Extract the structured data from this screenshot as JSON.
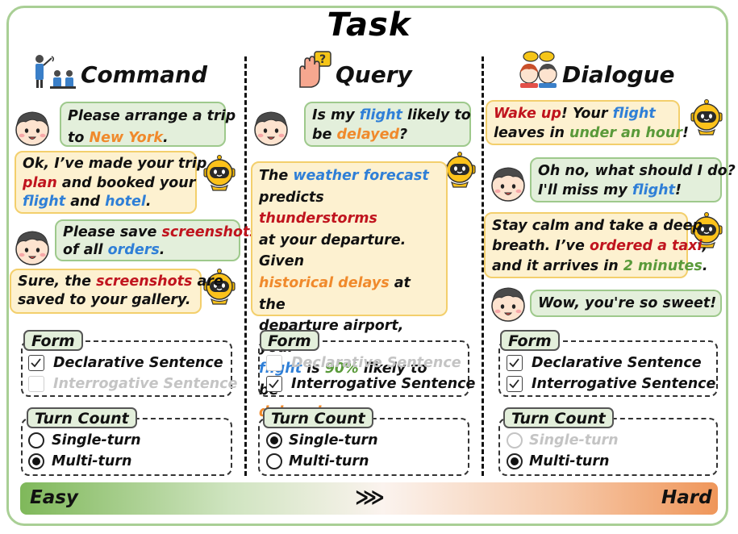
{
  "title": "Task",
  "columns": [
    {
      "name": "Command",
      "form_label": "Form",
      "form_options": [
        {
          "label": "Declarative Sentence",
          "checked": true
        },
        {
          "label": "Interrogative Sentence",
          "checked": false
        }
      ],
      "turn_label": "Turn Count",
      "turn_options": [
        {
          "label": "Single-turn",
          "selected": false
        },
        {
          "label": "Multi-turn",
          "selected": true
        }
      ]
    },
    {
      "name": "Query",
      "form_label": "Form",
      "form_options": [
        {
          "label": "Declarative Sentence",
          "checked": false
        },
        {
          "label": "Interrogative Sentence",
          "checked": true
        }
      ],
      "turn_label": "Turn Count",
      "turn_options": [
        {
          "label": "Single-turn",
          "selected": true
        },
        {
          "label": "Multi-turn",
          "selected": false
        }
      ]
    },
    {
      "name": "Dialogue",
      "form_label": "Form",
      "form_options": [
        {
          "label": "Declarative Sentence",
          "checked": true
        },
        {
          "label": "Interrogative Sentence",
          "checked": true
        }
      ],
      "turn_label": "Turn Count",
      "turn_options": [
        {
          "label": "Single-turn",
          "selected": false
        },
        {
          "label": "Multi-turn",
          "selected": true
        }
      ]
    }
  ],
  "messages": {
    "cmd1": [
      "Please arrange a trip",
      "to ",
      "New York",
      "."
    ],
    "cmd2": [
      "Ok, I’ve made your trip",
      "plan",
      " and booked your",
      "flight",
      " and ",
      "hotel",
      "."
    ],
    "cmd3": [
      "Please save ",
      "screenshots",
      "of all ",
      "orders",
      "."
    ],
    "cmd4": [
      "Sure, the ",
      "screenshots",
      " are",
      "saved to your gallery."
    ],
    "qry1": [
      "Is my ",
      "flight",
      " likely to",
      "be ",
      "delayed",
      "?"
    ],
    "qry2": [
      "The ",
      "weather forecast",
      "predicts ",
      "thunderstorms",
      "at your departure. Given",
      "historical delays",
      " at the",
      "departure airport, your",
      "flight",
      " is ",
      "90%",
      " likely to be",
      "delayed",
      "."
    ],
    "dia1": [
      "Wake up",
      "! Your ",
      "flight",
      "leaves in ",
      "under an hour",
      "!"
    ],
    "dia2": [
      "Oh no, what should I do?",
      "I'll miss my ",
      "flight",
      "!"
    ],
    "dia3": [
      "Stay calm and take a deep",
      "breath. I’ve ",
      "ordered a taxi",
      ",",
      "and it arrives in ",
      "2 minutes",
      "."
    ],
    "dia4": [
      "Wow, you're so sweet!"
    ]
  },
  "difficulty": {
    "easy": "Easy",
    "hard": "Hard",
    "arrow": "⋙"
  },
  "colors": {
    "frame": "#a9cf95",
    "user_bubble": "#e3efdb",
    "bot_bubble": "#fdf1d0",
    "red": "#c0141e",
    "orange": "#f08a2c",
    "blue": "#2f7fd7",
    "green": "#5a9a3a"
  },
  "icons": {
    "command": "speaker-audience-icon",
    "query": "raised-hand-question-icon",
    "dialogue": "two-people-chat-icon",
    "user": "boy-avatar-icon",
    "bot": "robot-avatar-icon"
  }
}
